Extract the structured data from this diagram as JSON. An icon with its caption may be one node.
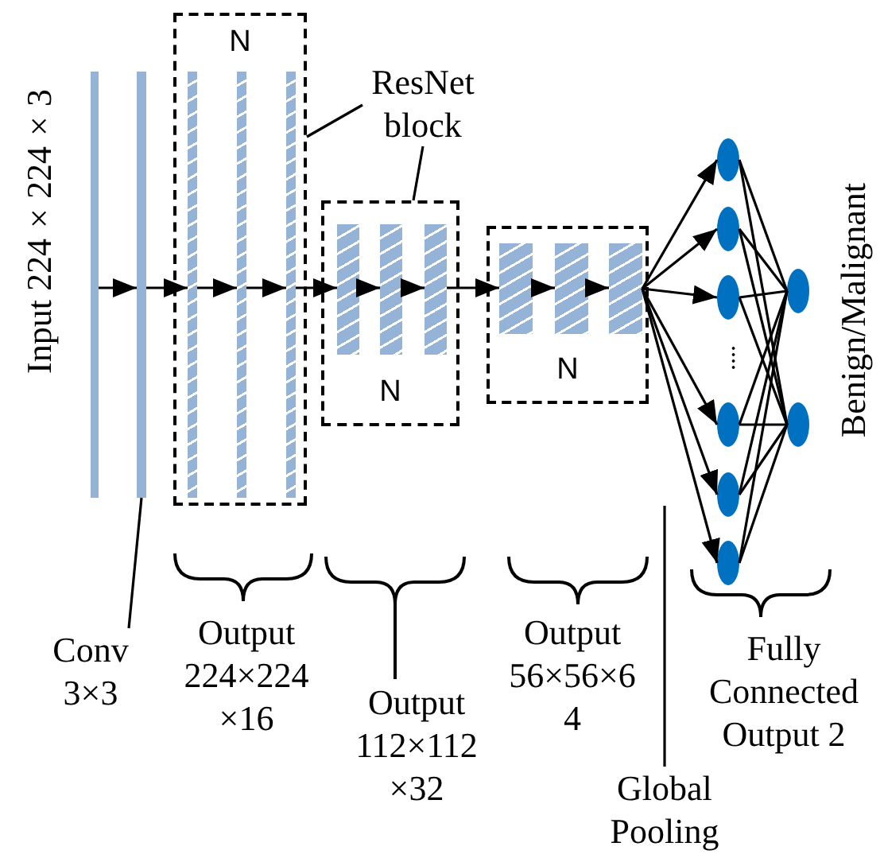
{
  "diagram": {
    "nodes": [
      {
        "text": [],
        "shape": "bar"
      },
      {
        "text": [],
        "shape": "bar"
      },
      {
        "text": [
          "N"
        ]
      },
      {
        "text": [],
        "shape": "bar",
        "in": 2
      },
      {
        "text": [],
        "shape": "bar",
        "in": 2
      },
      {
        "text": [],
        "shape": "bar",
        "in": 2
      },
      {
        "text": [
          "N"
        ]
      },
      {
        "text": [],
        "shape": "bar",
        "in": 6
      },
      {
        "text": [],
        "shape": "bar",
        "in": 6
      },
      {
        "text": [],
        "shape": "bar",
        "in": 6
      },
      {
        "text": [
          "N"
        ]
      },
      {
        "text": [],
        "shape": "bar",
        "in": 10
      },
      {
        "text": [],
        "shape": "bar",
        "in": 10
      },
      {
        "text": [],
        "shape": "bar",
        "in": 10
      },
      {
        "text": [],
        "shape": "ellipse"
      },
      {
        "text": [],
        "shape": "ellipse"
      },
      {
        "text": [],
        "shape": "ellipse"
      },
      {
        "text": [],
        "shape": "ellipse"
      },
      {
        "text": [],
        "shape": "ellipse"
      },
      {
        "text": [],
        "shape": "ellipse"
      },
      {
        "text": [],
        "shape": "ellipse"
      },
      {
        "text": [],
        "shape": "ellipse"
      },
      {
        "text": [
          "ResNet block"
        ]
      },
      {
        "text": [
          "Conv 3×3"
        ]
      },
      {
        "text": [
          "Global Pooling"
        ]
      }
    ],
    "edges": [
      {
        "from": 0,
        "to": 1,
        "arrow": "to"
      },
      {
        "from": 1,
        "to": 3,
        "arrow": "to"
      },
      {
        "from": 3,
        "to": 4,
        "arrow": "to"
      },
      {
        "from": 4,
        "to": 5,
        "arrow": "to"
      },
      {
        "from": 5,
        "to": 7,
        "arrow": "to"
      },
      {
        "from": 7,
        "to": 8,
        "arrow": "to"
      },
      {
        "from": 8,
        "to": 9,
        "arrow": "to"
      },
      {
        "from": 9,
        "to": 11,
        "arrow": "to"
      },
      {
        "from": 11,
        "to": 12,
        "arrow": "to"
      },
      {
        "from": 12,
        "to": 13,
        "arrow": "to"
      },
      {
        "from": 13,
        "to": 14,
        "arrow": "to"
      },
      {
        "from": 13,
        "to": 15,
        "arrow": "to"
      },
      {
        "from": 13,
        "to": 16,
        "arrow": "to"
      },
      {
        "from": 13,
        "to": 17,
        "arrow": "to"
      },
      {
        "from": 13,
        "to": 18,
        "arrow": "to"
      },
      {
        "from": 13,
        "to": 19,
        "arrow": "to"
      },
      {
        "from": 14,
        "to": 20,
        "arrow": "none"
      },
      {
        "from": 14,
        "to": 21,
        "arrow": "none"
      },
      {
        "from": 15,
        "to": 20,
        "arrow": "none"
      },
      {
        "from": 15,
        "to": 21,
        "arrow": "none"
      },
      {
        "from": 16,
        "to": 20,
        "arrow": "none"
      },
      {
        "from": 16,
        "to": 21,
        "arrow": "none"
      },
      {
        "from": 17,
        "to": 20,
        "arrow": "none"
      },
      {
        "from": 17,
        "to": 21,
        "arrow": "none"
      },
      {
        "from": 18,
        "to": 20,
        "arrow": "none"
      },
      {
        "from": 18,
        "to": 21,
        "arrow": "none"
      },
      {
        "from": 19,
        "to": 20,
        "arrow": "none"
      },
      {
        "from": 19,
        "to": 21,
        "arrow": "none"
      },
      {
        "from": 22,
        "to": 2,
        "arrow": "none"
      },
      {
        "from": 22,
        "to": 6,
        "arrow": "none"
      },
      {
        "from": 23,
        "to": 1,
        "arrow": "none"
      },
      {
        "from": 24,
        "to": null,
        "arrow": "none"
      }
    ],
    "labels": [
      "Input 224×224×3",
      "....",
      "Benign/Malignant",
      "Output 224×224 ×16",
      "Output 112×112 ×32",
      "Output 56×56×6 4",
      "Fully Connected Output 2"
    ]
  }
}
